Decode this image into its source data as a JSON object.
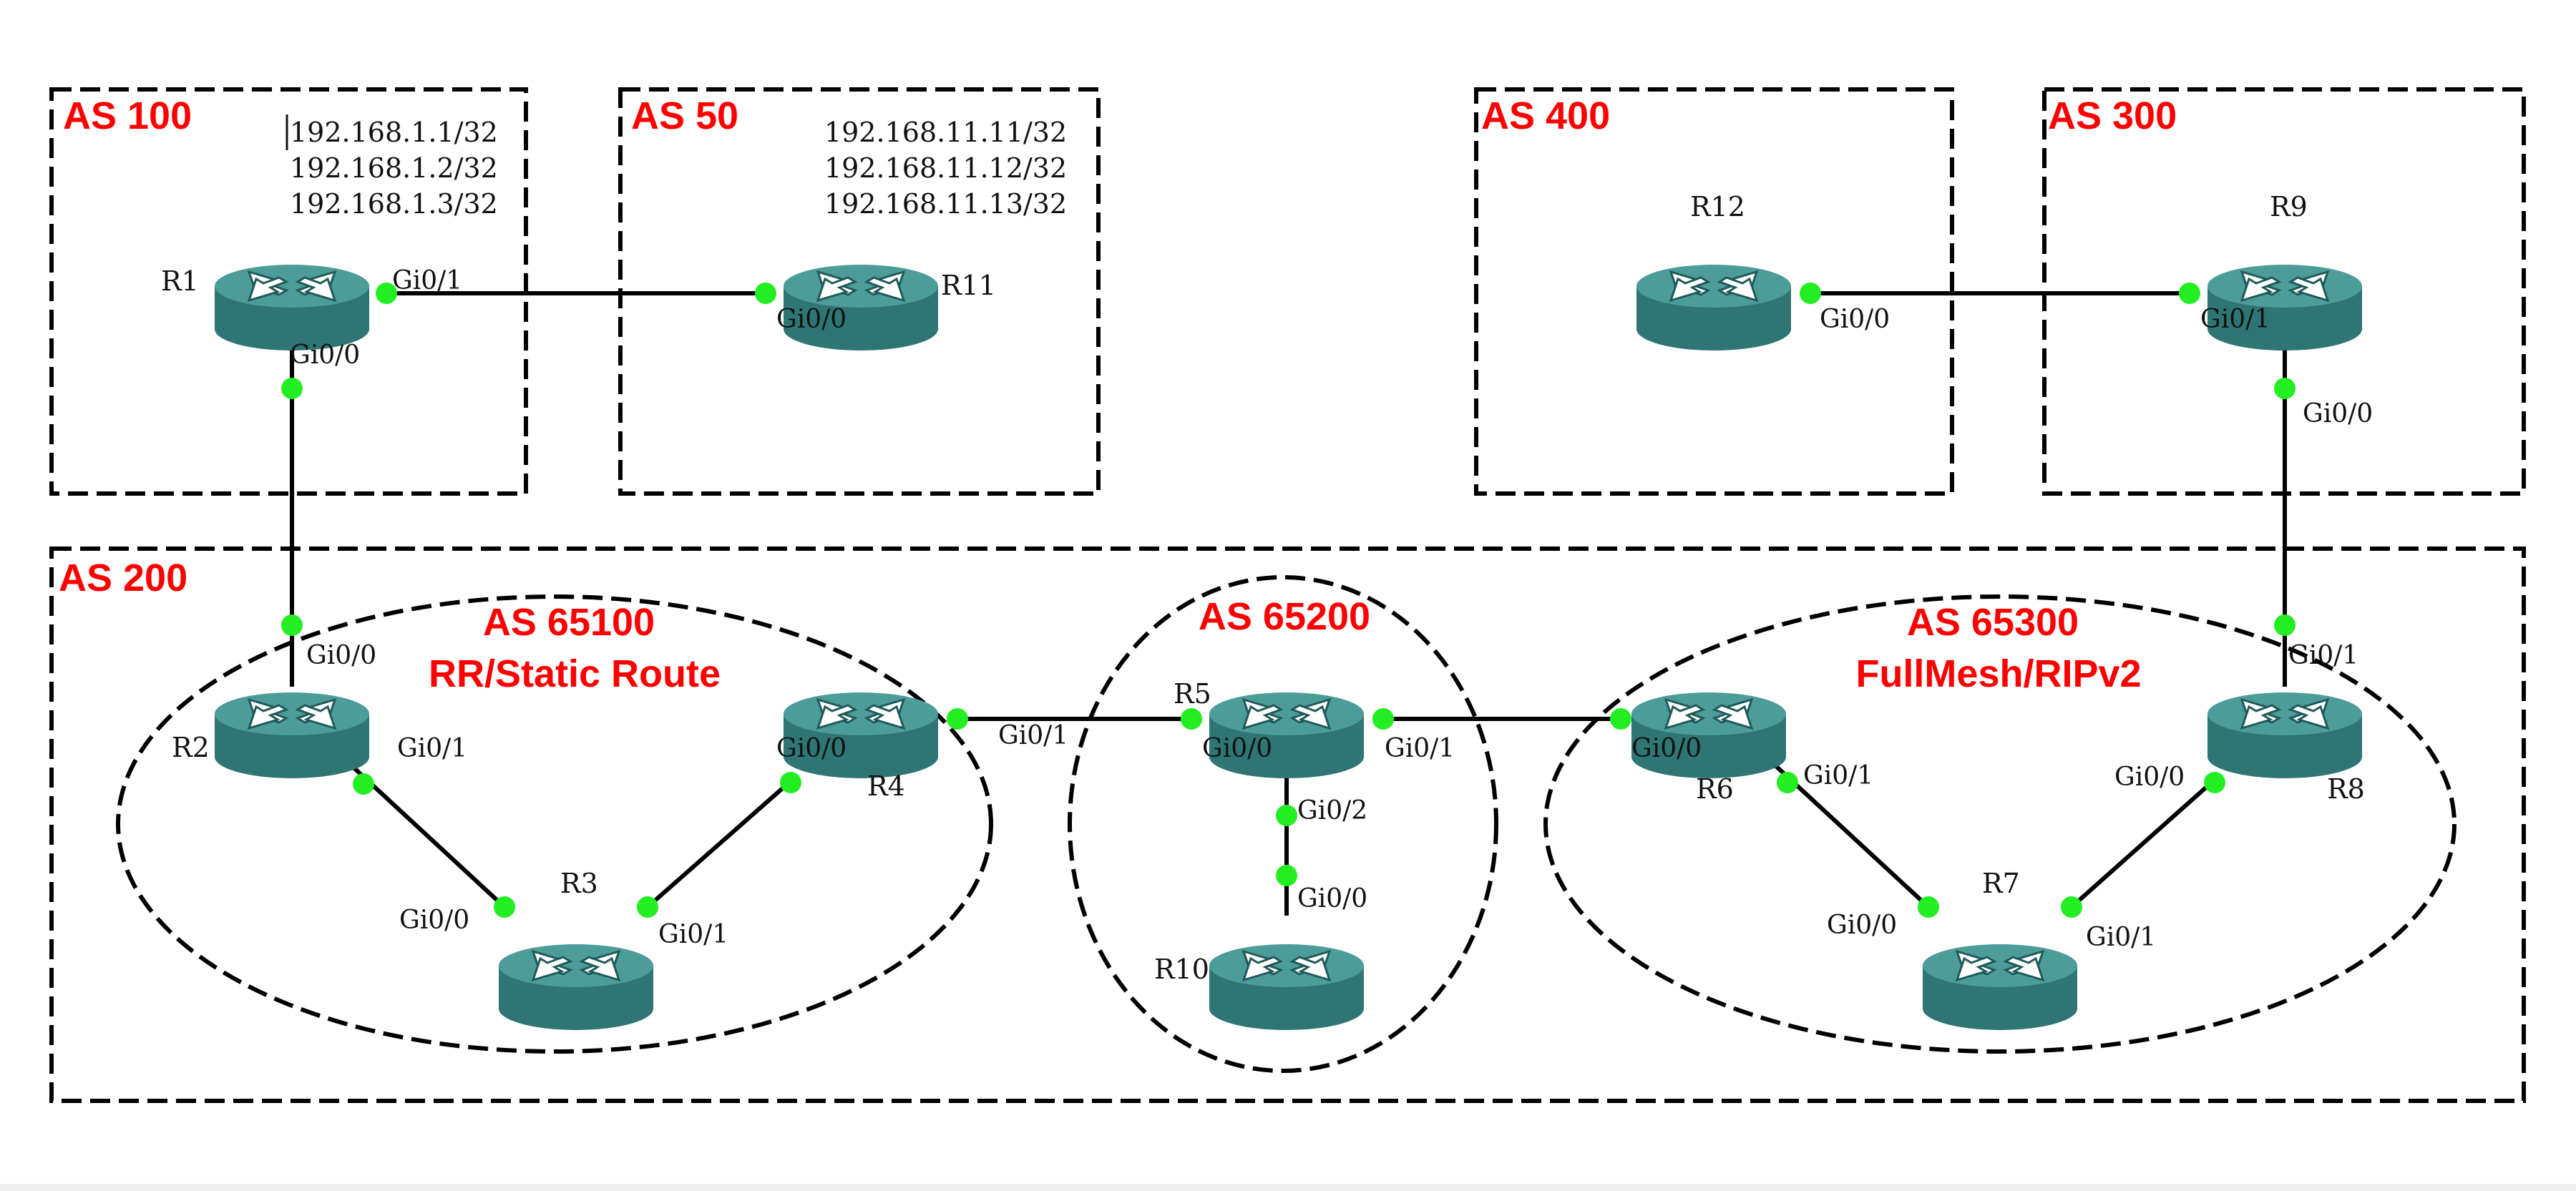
{
  "colors": {
    "background": "#ffffff",
    "as_label": "#ff0000",
    "router_top": "#4c9c9a",
    "router_side": "#2f7574",
    "port_dot": "#22ee22",
    "link": "#000000"
  },
  "as_boxes": {
    "as100": "AS 100",
    "as50": "AS 50",
    "as400": "AS 400",
    "as300": "AS 300",
    "as200": "AS 200"
  },
  "confeds": {
    "as65100": {
      "title": "AS 65100",
      "subtitle": "RR/Static Route"
    },
    "as65200": {
      "title": "AS 65200"
    },
    "as65300": {
      "title": "AS 65300",
      "subtitle": "FullMesh/RIPv2"
    }
  },
  "routers": {
    "r1": "R1",
    "r2": "R2",
    "r3": "R3",
    "r4": "R4",
    "r5": "R5",
    "r6": "R6",
    "r7": "R7",
    "r8": "R8",
    "r9": "R9",
    "r10": "R10",
    "r11": "R11",
    "r12": "R12"
  },
  "prefixes": {
    "r1": [
      "192.168.1.1/32",
      "192.168.1.2/32",
      "192.168.1.3/32"
    ],
    "r11": [
      "192.168.11.11/32",
      "192.168.11.12/32",
      "192.168.11.13/32"
    ]
  },
  "ports": {
    "r1_gi01": "Gi0/1",
    "r1_gi00": "Gi0/0",
    "r11_gi00": "Gi0/0",
    "r12_gi00": "Gi0/0",
    "r9_gi01": "Gi0/1",
    "r9_gi00": "Gi0/0",
    "r2_gi00": "Gi0/0",
    "r2_gi01": "Gi0/1",
    "r3_gi00": "Gi0/0",
    "r3_gi01": "Gi0/1",
    "r4_gi00": "Gi0/0",
    "r4_gi01": "Gi0/1",
    "r5_gi00": "Gi0/0",
    "r5_gi01": "Gi0/1",
    "r5_gi02": "Gi0/2",
    "r10_gi00": "Gi0/0",
    "r6_gi00": "Gi0/0",
    "r6_gi01": "Gi0/1",
    "r7_gi00": "Gi0/0",
    "r7_gi01": "Gi0/1",
    "r8_gi00": "Gi0/0",
    "r8_gi01": "Gi0/1"
  }
}
